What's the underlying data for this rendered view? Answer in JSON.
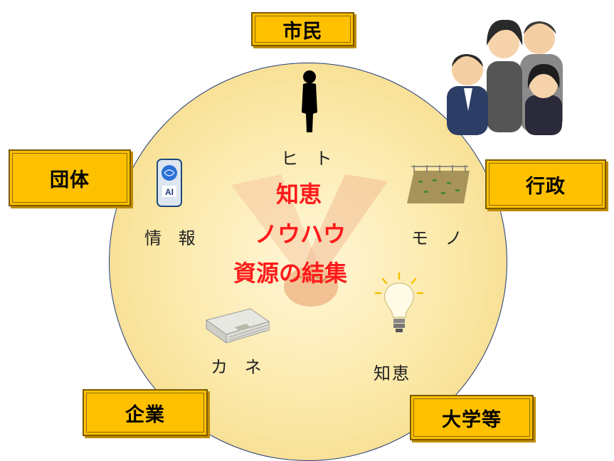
{
  "stakeholders": {
    "citizens": "市民",
    "groups": "団体",
    "government": "行政",
    "companies": "企業",
    "universities": "大学等"
  },
  "resources": {
    "people": "ヒ ト",
    "information": "情 報",
    "things": "モ ノ",
    "money": "カ ネ",
    "wisdom": "知恵"
  },
  "center": {
    "line1": "知恵",
    "line2": "ノウハウ",
    "line3": "資源の結集"
  },
  "icons": {
    "person": "person-silhouette-icon",
    "ai": "ai-phone-icon",
    "field": "fenced-field-icon",
    "money": "banknotes-icon",
    "bulb": "light-bulb-icon",
    "hands": "holding-hands-icon",
    "people": "meeting-people-icon"
  },
  "colors": {
    "box_fill": "#ffc000",
    "center_text": "#ff1a1a",
    "circle_fill": "#fbe8a6"
  }
}
